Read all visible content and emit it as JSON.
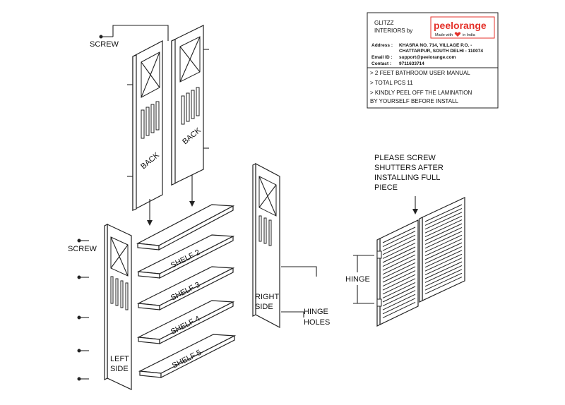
{
  "info_box": {
    "company_line1": "GLITZZ",
    "company_line2": "INTERIORS  by",
    "brand_logo": "peelorange",
    "brand_tagline_pre": "Made with",
    "brand_tagline_post": "in India",
    "address_label": "Address :",
    "address_line1": "KHASRA NO. 714, VILLAGE P.O. -",
    "address_line2": "CHATTARPUR, SOUTH DELHI - 110074",
    "email_label": "Email ID :",
    "email_value": "support@peelorange.com",
    "contact_label": "Contact :",
    "contact_value": "9711633714",
    "notes": [
      "> 2 FEET BATHROOM USER MANUAL",
      "> TOTAL PCS 11",
      "> KINDLY  PEEL OFF THE LAMINATION",
      "BY YOURSELF BEFORE INSTALL"
    ]
  },
  "labels": {
    "screw_top": "SCREW",
    "screw_left": "SCREW",
    "back_1": "BACK",
    "back_2": "BACK",
    "shelf_2": "SHELF 2",
    "shelf_3": "SHELF 3",
    "shelf_4": "SHELF 4",
    "shelf_5": "SHELF 5",
    "left_side_1": "LEFT",
    "left_side_2": "SIDE",
    "right_side_1": "RIGHT",
    "right_side_2": "SIDE",
    "hinge_holes_1": "HINGE",
    "hinge_holes_2": "HOLES",
    "hinge": "HINGE",
    "note_lines": [
      "PLEASE  SCREW",
      "SHUTTERS AFTER",
      "INSTALLING FULL",
      "PIECE"
    ]
  },
  "colors": {
    "line": "#222222",
    "brand": "#e4322b",
    "background": "#ffffff"
  }
}
